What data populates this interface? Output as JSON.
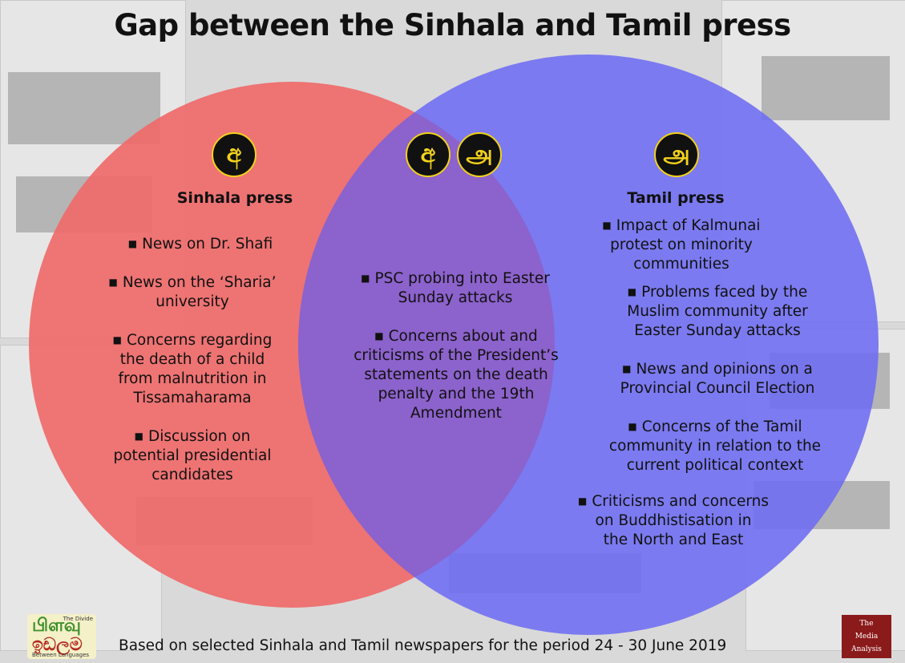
{
  "title": "Gap between the Sinhala and Tamil press",
  "colors": {
    "sinhala_circle": "#f06a6a",
    "tamil_circle": "#6d6cf2",
    "badge_bg": "#111111",
    "badge_accent": "#f2d21b"
  },
  "badges": {
    "sinhala": "අ",
    "tamil": "அ"
  },
  "sinhala": {
    "heading": "Sinhala press",
    "items": [
      [
        "News on Dr. Shafi"
      ],
      [
        "News on the ‘Sharia’",
        "university"
      ],
      [
        "Concerns regarding",
        "the death of a child",
        "from malnutrition in",
        "Tissamaharama"
      ],
      [
        "Discussion on",
        "potential presidential",
        "candidates"
      ]
    ]
  },
  "both": {
    "items": [
      [
        "PSC probing into Easter",
        "Sunday attacks"
      ],
      [
        "Concerns about and",
        "criticisms of the President’s",
        "statements on the death",
        "penalty and the 19th",
        "Amendment"
      ]
    ]
  },
  "tamil": {
    "heading": "Tamil press",
    "items": [
      [
        "Impact of Kalmunai",
        "protest on minority",
        "communities"
      ],
      [
        "Problems faced by the",
        "Muslim community after",
        "Easter Sunday attacks"
      ],
      [
        "News and opinions on a",
        "Provincial Council Election"
      ],
      [
        "Concerns of the Tamil",
        "community in relation to the",
        "current political context"
      ],
      [
        "Criticisms and concerns",
        "on Buddhistisation in",
        "the North and East"
      ]
    ]
  },
  "footer": "Based on selected Sinhala and Tamil newspapers for the period 24 - 30 June 2019",
  "logo_left": {
    "top": "பிளவு",
    "bottom": "ඉඩලම",
    "tag_top": "The Divide",
    "tag_bottom": "Between Languages"
  },
  "logo_right": {
    "line1": "The",
    "line2": "Media",
    "line3": "Analysis"
  }
}
